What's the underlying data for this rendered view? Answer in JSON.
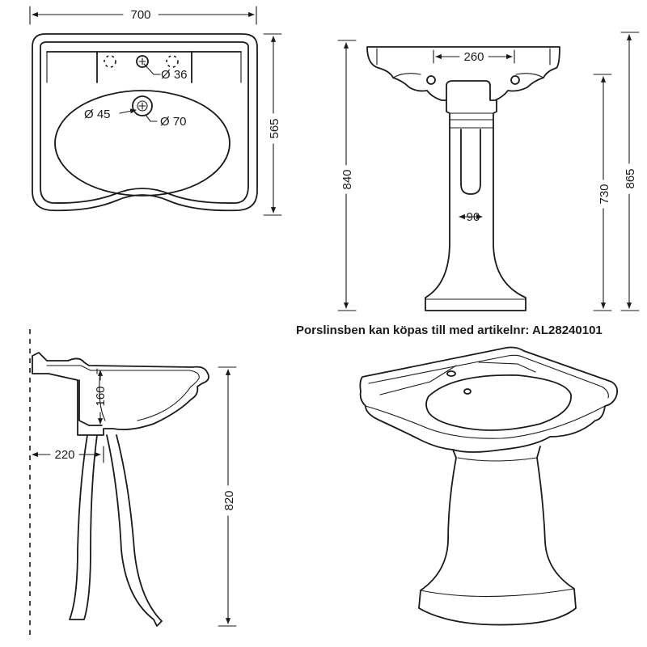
{
  "dimensions": {
    "top_width": "700",
    "top_depth": "565",
    "tap_hole": "Ø 36",
    "waste_inner": "Ø 45",
    "waste_outer": "Ø 70",
    "front_hole_spacing": "260",
    "front_height_total": "840",
    "pedestal_height": "730",
    "overall_height": "865",
    "pedestal_foot": "90",
    "bowl_depth": "160",
    "wall_distance": "220",
    "leg_height": "820"
  },
  "note": "Porslinsben kan köpas till med artikelnr: AL28240101"
}
